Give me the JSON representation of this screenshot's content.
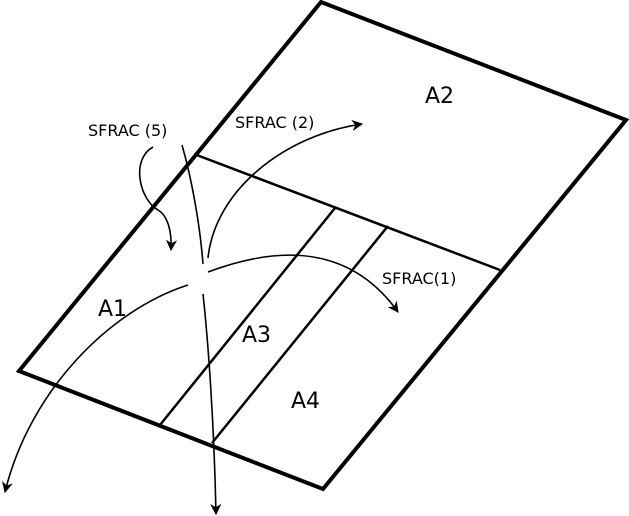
{
  "regions": {
    "a1": "A1",
    "a2": "A2",
    "a3": "A3",
    "a4": "A4"
  },
  "flows": {
    "sfrac_1": "SFRAC(1)",
    "sfrac_2": "SFRAC (2)",
    "sfrac_5": "SFRAC (5)"
  },
  "colors": {
    "ink": "#000000",
    "background": "#ffffff"
  }
}
